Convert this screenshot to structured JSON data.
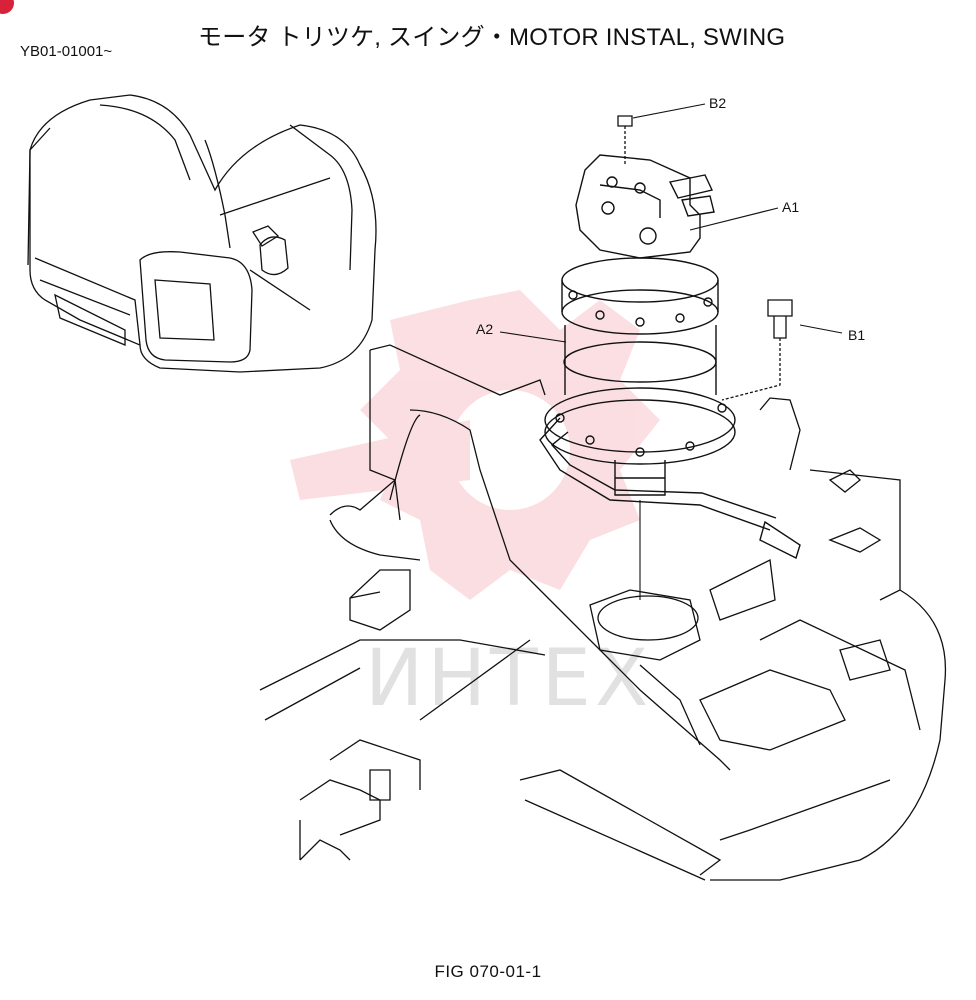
{
  "header": {
    "title": "モータ トリツケ, スイング・MOTOR INSTAL, SWING",
    "serial_range": "YB01-01001~"
  },
  "callouts": {
    "a1": "A1",
    "a2": "A2",
    "b1": "B1",
    "b2": "B2"
  },
  "watermark": {
    "text": "ИНТЕХ",
    "color": "#e83a4a"
  },
  "footer": {
    "figure_label": "FIG 070-01-1"
  },
  "colors": {
    "ink": "#111111",
    "accent": "#d8223a"
  }
}
